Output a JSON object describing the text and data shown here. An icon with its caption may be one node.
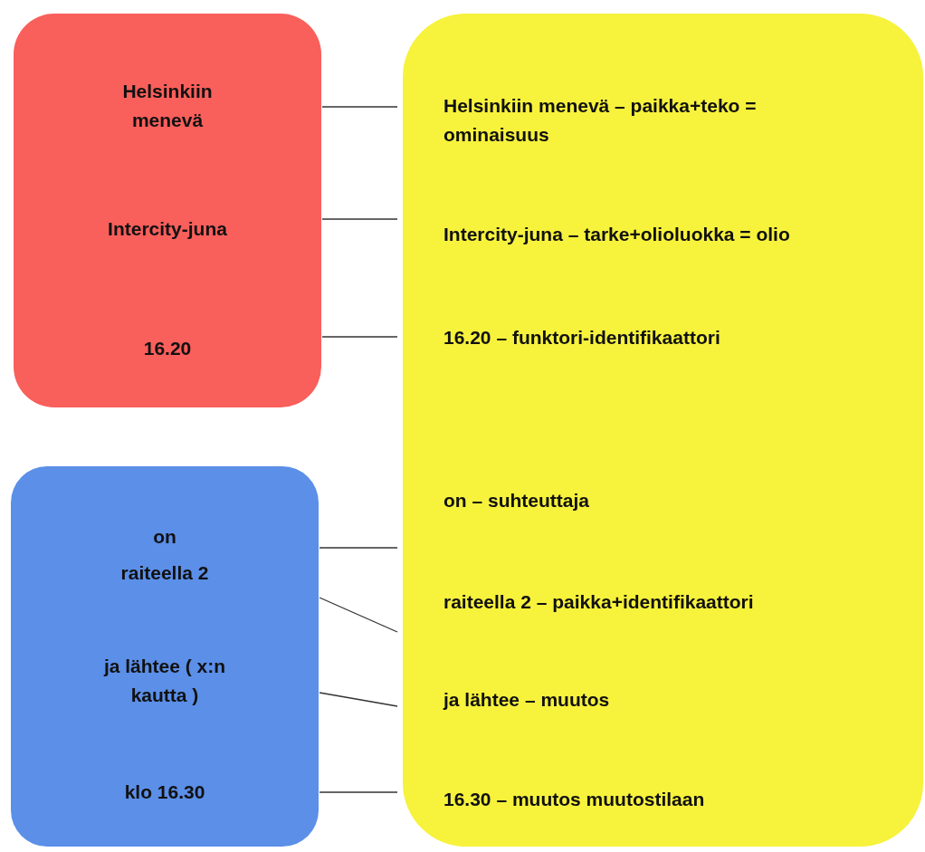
{
  "diagram": {
    "nodes": [
      {
        "text": [],
        "shape": "box"
      },
      {
        "text": [
          "Helsinkiin menevä"
        ],
        "in": 0
      },
      {
        "text": [
          "Intercity-juna"
        ],
        "in": 0
      },
      {
        "text": [
          "16.20"
        ],
        "in": 0
      },
      {
        "text": [],
        "shape": "box"
      },
      {
        "text": [
          "on"
        ],
        "in": 4
      },
      {
        "text": [
          "raiteella 2"
        ],
        "in": 4
      },
      {
        "text": [
          "ja lähtee ( x:n kautta )"
        ],
        "in": 4
      },
      {
        "text": [
          "klo 16.30"
        ],
        "in": 4
      },
      {
        "text": [],
        "shape": "box"
      },
      {
        "text": [
          "Helsinkiin menevä – paikka+teko = ominaisuus"
        ],
        "in": 9
      },
      {
        "text": [
          "Intercity-juna – tarke+olioluokka = olio"
        ],
        "in": 9
      },
      {
        "text": [
          "16.20 – funktori-identifikaattori"
        ],
        "in": 9
      },
      {
        "text": [
          "on – suhteuttaja"
        ],
        "in": 9
      },
      {
        "text": [
          "raiteella 2 – paikka+identifikaattori"
        ],
        "in": 9
      },
      {
        "text": [
          "ja lähtee – muutos"
        ],
        "in": 9
      },
      {
        "text": [
          "16.30 – muutos muutostilaan"
        ],
        "in": 9
      }
    ],
    "edges": [
      {
        "from": 0,
        "to": 10,
        "arrow": "none"
      },
      {
        "from": 0,
        "to": 11,
        "arrow": "none"
      },
      {
        "from": 0,
        "to": 12,
        "arrow": "none"
      },
      {
        "from": 4,
        "to": 13,
        "arrow": "none"
      },
      {
        "from": 4,
        "to": 14,
        "arrow": "none"
      },
      {
        "from": 4,
        "to": 15,
        "arrow": "none"
      },
      {
        "from": 4,
        "to": 16,
        "arrow": "none"
      }
    ]
  }
}
